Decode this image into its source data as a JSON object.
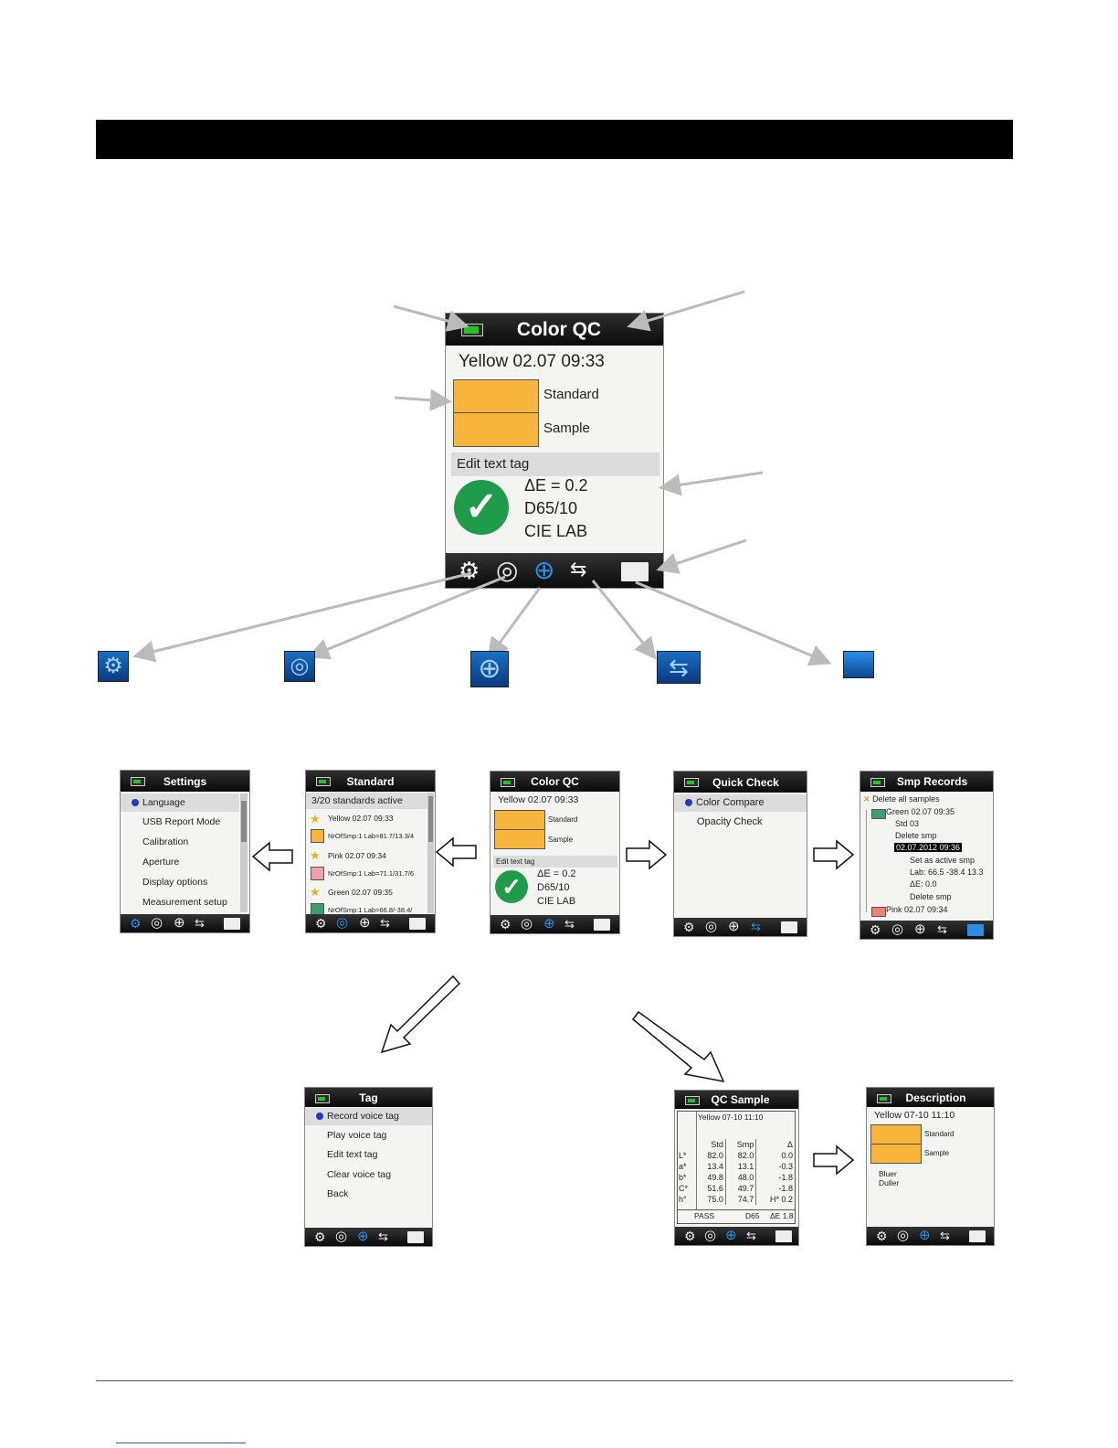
{
  "header": {
    "bar": ""
  },
  "main_screen": {
    "title": "Color QC",
    "sample_name": "Yellow 02.07 09:33",
    "standard_label": "Standard",
    "sample_label": "Sample",
    "tag_label": "Edit text tag",
    "delta_e": "ΔE = 0.2",
    "illuminant": "D65/10",
    "space": "CIE LAB",
    "swatch_color": "#f7b53c",
    "pass_color": "#1f9c4a",
    "toolbar_icons": [
      "gear-icon",
      "target-icon",
      "crosshair-icon",
      "swap-arrows-icon",
      "folder-icon"
    ]
  },
  "settings_screen": {
    "title": "Settings",
    "items": [
      "Language",
      "USB Report Mode",
      "Calibration",
      "Aperture",
      "Display options",
      "Measurement setup"
    ]
  },
  "standard_screen": {
    "title": "Standard",
    "status": "3/20 standards active",
    "items": [
      {
        "name": "Yellow 02.07 09:33",
        "detail": "NrOfSmp:1 Lab=81.7/13.3/4",
        "color": "#f7b53c"
      },
      {
        "name": "Pink 02.07 09:34",
        "detail": "NrOfSmp:1 Lab=71.1/31.7/6",
        "color": "#f0a0a8"
      },
      {
        "name": "Green 02.07 09:35",
        "detail": "NrOfSmp:1 Lab=66.8/-38.4/",
        "color": "#3aa070"
      }
    ]
  },
  "small_qc_screen": {
    "title": "Color QC",
    "sample_name": "Yellow 02.07 09:33",
    "standard_label": "Standard",
    "sample_label": "Sample",
    "tag_label": "Edit text tag",
    "delta_e": "ΔE = 0.2",
    "illuminant": "D65/10",
    "space": "CIE LAB"
  },
  "quick_check_screen": {
    "title": "Quick Check",
    "items": [
      "Color Compare",
      "Opacity Check"
    ]
  },
  "records_screen": {
    "title": "Smp Records",
    "items": [
      "Delete all samples",
      "Green 02.07 09:35",
      "Std 03",
      "Delete smp",
      "02.07.2012 09:36",
      "Set as active smp",
      "Lab: 66.5 -38.4 13.3",
      "ΔE: 0.0",
      "Delete smp",
      "Pink 02.07 09:34"
    ]
  },
  "tag_screen": {
    "title": "Tag",
    "items": [
      "Record voice tag",
      "Play voice tag",
      "Edit text tag",
      "Clear voice tag",
      "Back"
    ]
  },
  "qc_sample_screen": {
    "title": "QC Sample",
    "sample_name": "Yellow 07-10 11:10",
    "col_headers": [
      "Std",
      "Smp",
      "Δ"
    ],
    "rows": [
      [
        "L*",
        "82.0",
        "82.0",
        "0.0"
      ],
      [
        "a*",
        "13.4",
        "13.1",
        "-0.3"
      ],
      [
        "b*",
        "49.8",
        "48.0",
        "-1.8"
      ],
      [
        "C*",
        "51.6",
        "49.7",
        "-1.8"
      ],
      [
        "h°",
        "75.0",
        "74.7",
        "H* 0.2"
      ]
    ],
    "status": "PASS",
    "illuminant": "D65",
    "delta": "ΔE 1.8"
  },
  "description_screen": {
    "title": "Description",
    "sample_name": "Yellow 07-10 11:10",
    "standard_label": "Standard",
    "sample_label": "Sample",
    "desc_line1": "Bluer",
    "desc_line2": "Duller"
  },
  "icon_legend": [
    "gear-icon",
    "target-icon",
    "crosshair-icon",
    "swap-arrows-icon",
    "folder-icon"
  ]
}
